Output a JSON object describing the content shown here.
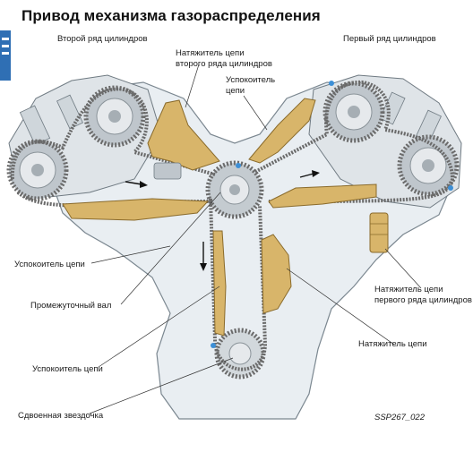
{
  "title": "Привод механизма газораспределения",
  "labels": {
    "second_row": "Второй ряд цилиндров",
    "first_row": "Первый ряд цилиндров",
    "tensioner_second_line1": "Натяжитель цепи",
    "tensioner_second_line2": "второго ряда цилиндров",
    "damper_top_line1": "Успокоитель",
    "damper_top_line2": "цепи",
    "damper_left": "Успокоитель цепи",
    "intermediate_shaft": "Промежуточный вал",
    "damper_bottom": "Успокоитель цепи",
    "double_sprocket": "Сдвоенная звездочка",
    "tensioner_first_line1": "Натяжитель цепи",
    "tensioner_first_line2": "первого ряда цилиндров",
    "tensioner_chain": "Натяжитель цепи"
  },
  "figure_code": "SSP267_022",
  "colors": {
    "brand_tab": "#2f6fb4",
    "chain": "#6a6a6a",
    "guide": "#d8b56a",
    "engine_block": "#e9eef2",
    "highlight_dot": "#3d8fd6"
  }
}
